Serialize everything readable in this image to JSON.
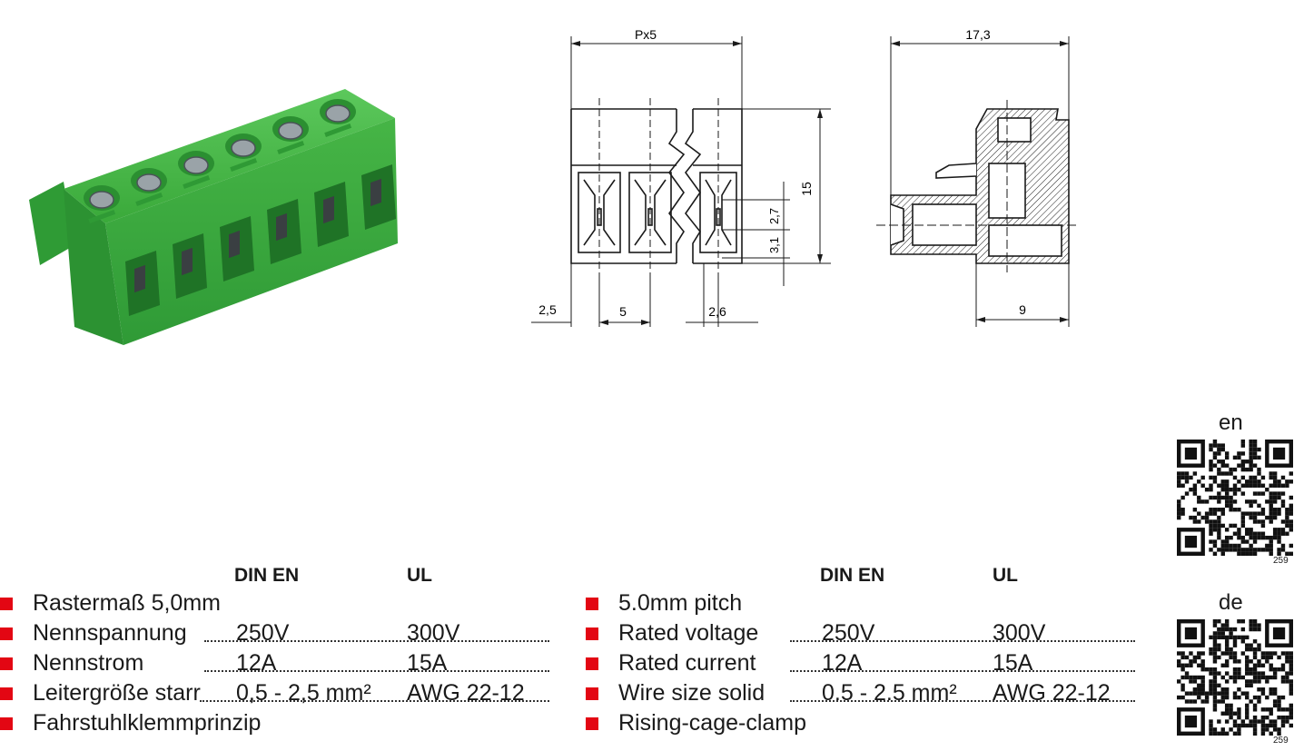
{
  "colors": {
    "bullet": "#e30613",
    "product_green": "#3cae3c",
    "line": "#1a1a1a"
  },
  "photo": {
    "alt": "terminal-block-photo",
    "pole_count": 6
  },
  "drawing": {
    "front": {
      "width_label": "Px5",
      "height_label": "15",
      "dim_2_7": "2,7",
      "dim_3_1": "3,1",
      "dim_2_5": "2,5",
      "dim_5": "5",
      "dim_2_6": "2,6"
    },
    "side": {
      "width_label": "17,3",
      "bottom_label": "9"
    }
  },
  "specs_de": {
    "col_din": "DIN EN",
    "col_ul": "UL",
    "rows": [
      {
        "label": "Rastermaß 5,0mm",
        "din": "",
        "ul": ""
      },
      {
        "label": "Nennspannung",
        "din": "250V",
        "ul": "300V"
      },
      {
        "label": "Nennstrom",
        "din": "12A",
        "ul": "15A"
      },
      {
        "label": "Leitergröße starr",
        "din": "0,5 - 2,5 mm²",
        "ul": "AWG 22-12"
      },
      {
        "label": "Fahrstuhlklemmprinzip",
        "din": "",
        "ul": ""
      }
    ]
  },
  "specs_en": {
    "col_din": "DIN EN",
    "col_ul": "UL",
    "rows": [
      {
        "label": "5.0mm pitch",
        "din": "",
        "ul": ""
      },
      {
        "label": "Rated voltage",
        "din": "250V",
        "ul": "300V"
      },
      {
        "label": "Rated current",
        "din": "12A",
        "ul": "15A"
      },
      {
        "label": "Wire size solid",
        "din": "0.5 - 2.5 mm²",
        "ul": "AWG 22-12"
      },
      {
        "label": "Rising-cage-clamp",
        "din": "",
        "ul": ""
      }
    ]
  },
  "qr": {
    "en": {
      "label": "en",
      "page": "259"
    },
    "de": {
      "label": "de",
      "page": "259"
    }
  }
}
